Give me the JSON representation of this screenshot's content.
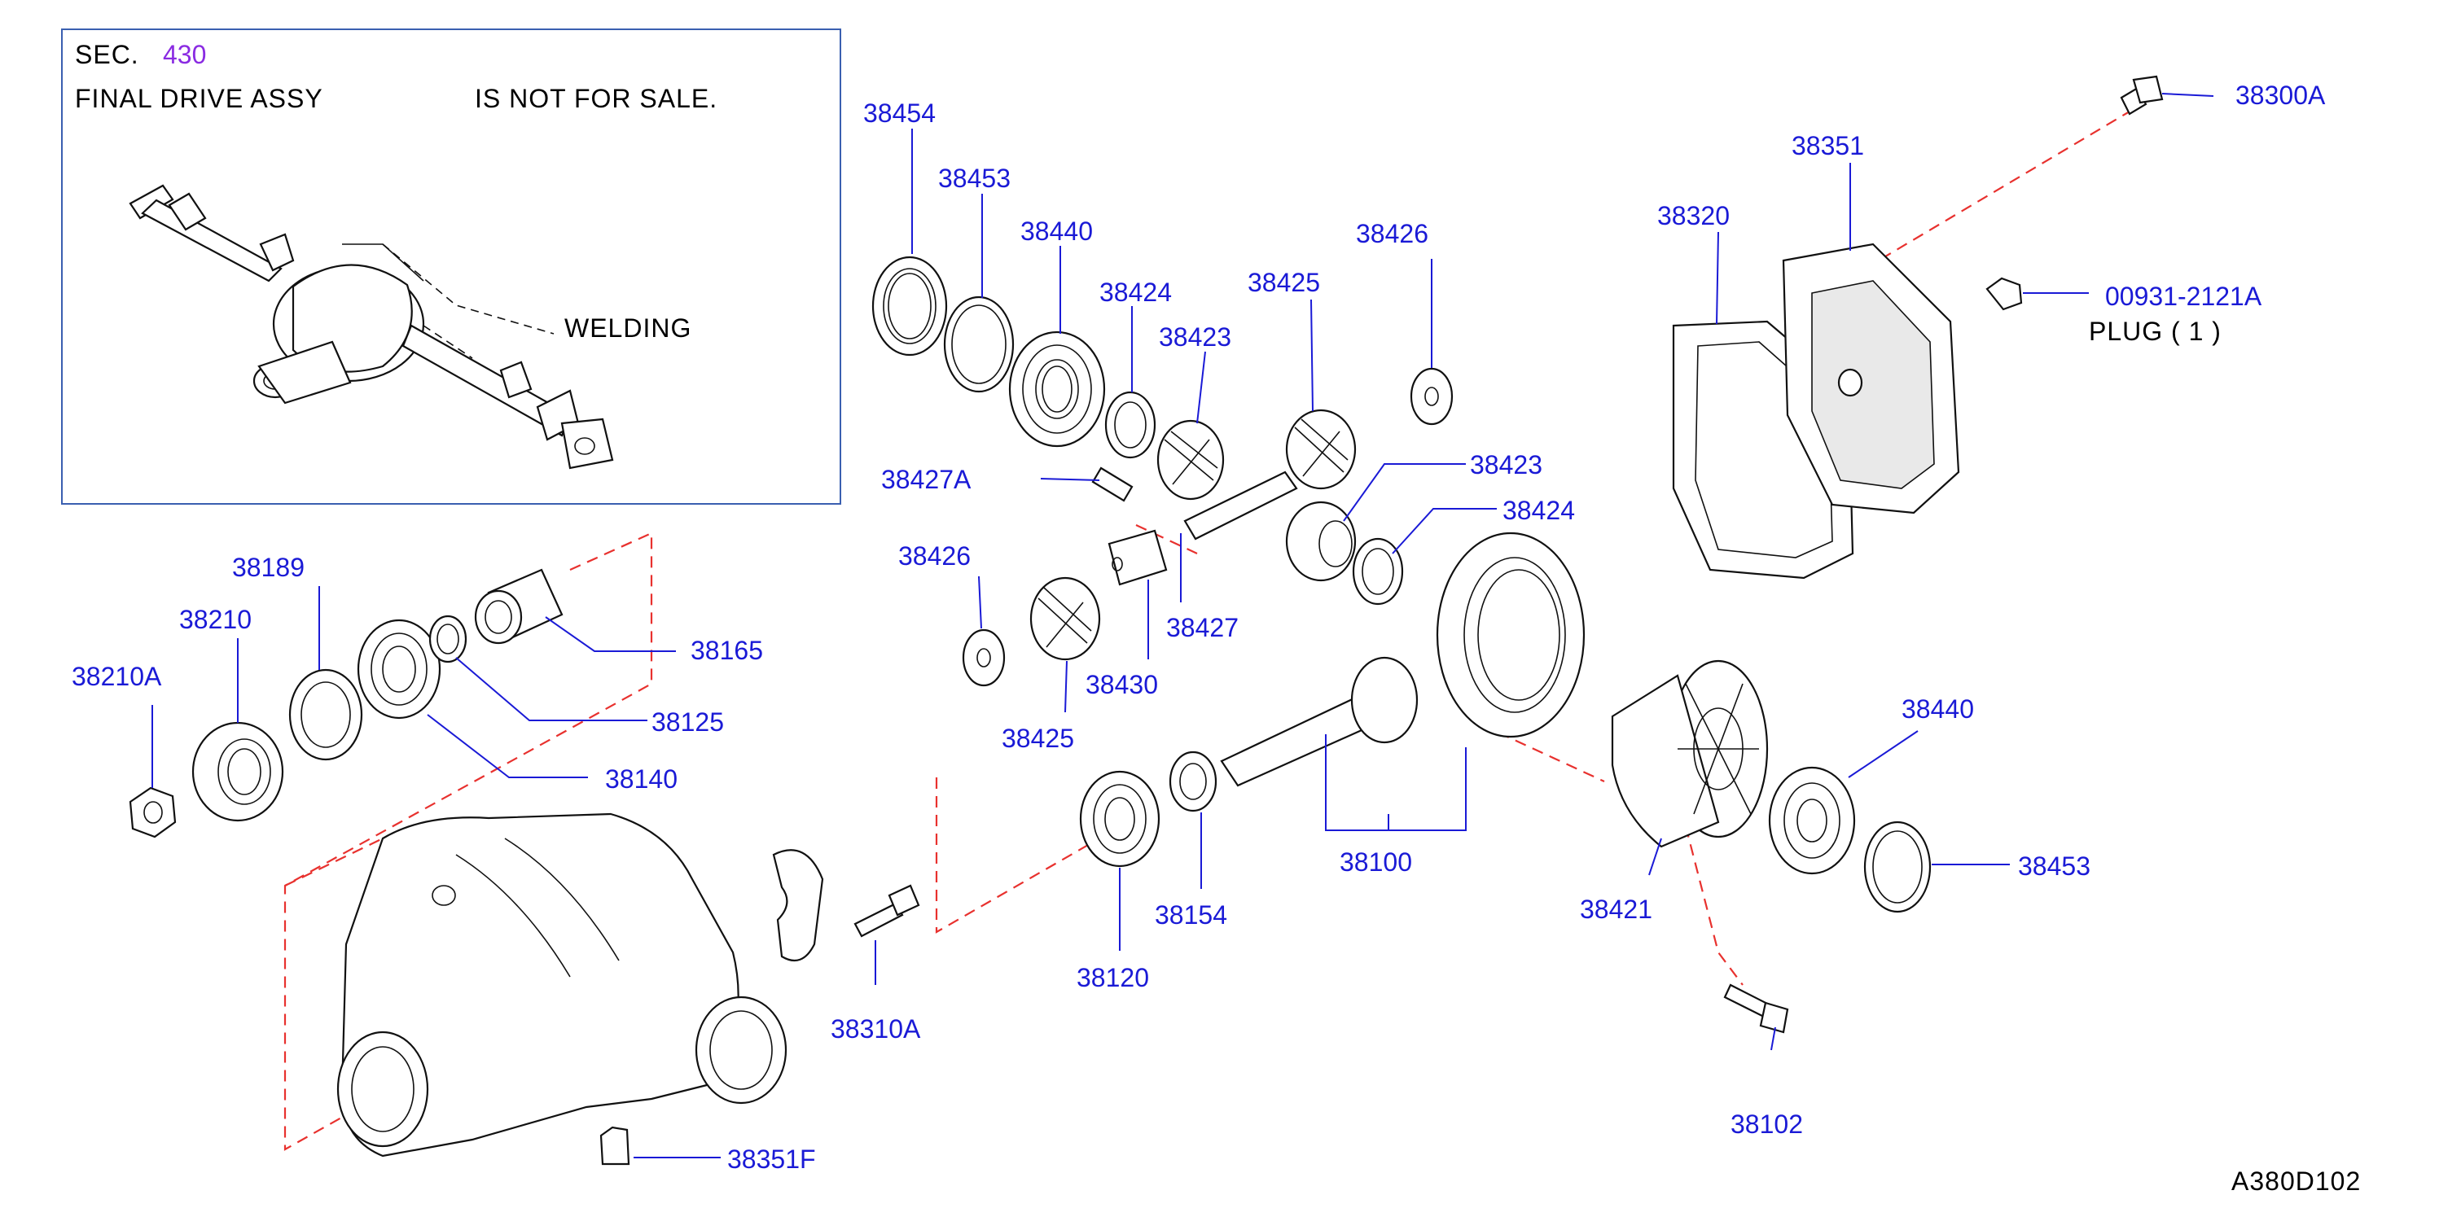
{
  "header": {
    "sec_label": "SEC.",
    "sec_number": "430",
    "note_left": "FINAL  DRIVE  ASSY",
    "note_right": "IS  NOT  FOR  SALE.",
    "welding": "WELDING"
  },
  "diagram_code": "A380D102",
  "plug_note": "PLUG    ( 1 )",
  "parts": [
    {
      "id": "p38454",
      "number": "38454"
    },
    {
      "id": "p38453a",
      "number": "38453"
    },
    {
      "id": "p38440a",
      "number": "38440"
    },
    {
      "id": "p38424a",
      "number": "38424"
    },
    {
      "id": "p38423a",
      "number": "38423"
    },
    {
      "id": "p38425a",
      "number": "38425"
    },
    {
      "id": "p38426a",
      "number": "38426"
    },
    {
      "id": "p38427A",
      "number": "38427A"
    },
    {
      "id": "p38423b",
      "number": "38423"
    },
    {
      "id": "p38424b",
      "number": "38424"
    },
    {
      "id": "p38426b",
      "number": "38426"
    },
    {
      "id": "p38427",
      "number": "38427"
    },
    {
      "id": "p38430",
      "number": "38430"
    },
    {
      "id": "p38425b",
      "number": "38425"
    },
    {
      "id": "p38189",
      "number": "38189"
    },
    {
      "id": "p38210",
      "number": "38210"
    },
    {
      "id": "p38210A",
      "number": "38210A"
    },
    {
      "id": "p38165",
      "number": "38165"
    },
    {
      "id": "p38125",
      "number": "38125"
    },
    {
      "id": "p38140",
      "number": "38140"
    },
    {
      "id": "p38100",
      "number": "38100"
    },
    {
      "id": "p38154",
      "number": "38154"
    },
    {
      "id": "p38120",
      "number": "38120"
    },
    {
      "id": "p38310A",
      "number": "38310A"
    },
    {
      "id": "p38351F",
      "number": "38351F"
    },
    {
      "id": "p38421",
      "number": "38421"
    },
    {
      "id": "p38440b",
      "number": "38440"
    },
    {
      "id": "p38453b",
      "number": "38453"
    },
    {
      "id": "p38102",
      "number": "38102"
    },
    {
      "id": "p38300A",
      "number": "38300A"
    },
    {
      "id": "p38351",
      "number": "38351"
    },
    {
      "id": "p38320",
      "number": "38320"
    },
    {
      "id": "p00931",
      "number": "00931-2121A"
    }
  ]
}
